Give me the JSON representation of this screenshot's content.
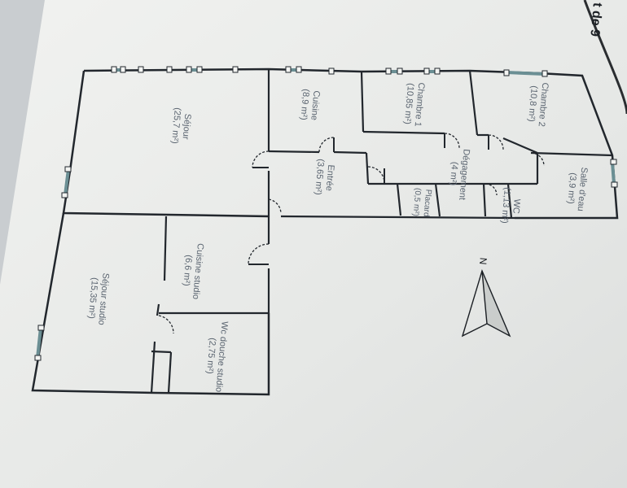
{
  "header_fragment": "t de 9",
  "compass": {
    "label": "N"
  },
  "rooms": [
    {
      "name": "Séjour",
      "area": "(25,7 m²)"
    },
    {
      "name": "Cuisine",
      "area": "(8,9 m²)"
    },
    {
      "name": "Chambre 1",
      "area": "(10,85 m²)"
    },
    {
      "name": "Chambre 2",
      "area": "(10,8 m²)"
    },
    {
      "name": "Entrée",
      "area": "(3,65 m²)"
    },
    {
      "name": "Dégagement",
      "area": "(4 m²)"
    },
    {
      "name": "Placard",
      "area": "(0,5 m²)"
    },
    {
      "name": "Salle d'eau",
      "area": "(3,9 m²)"
    },
    {
      "name": "WC",
      "area": "(1,13 m²)"
    },
    {
      "name": "Cuisine studio",
      "area": "(6,6 m²)"
    },
    {
      "name": "Séjour studio",
      "area": "(15,35 m²)"
    },
    {
      "name": "Wc douche studio",
      "area": "(2,75 m²)"
    }
  ]
}
